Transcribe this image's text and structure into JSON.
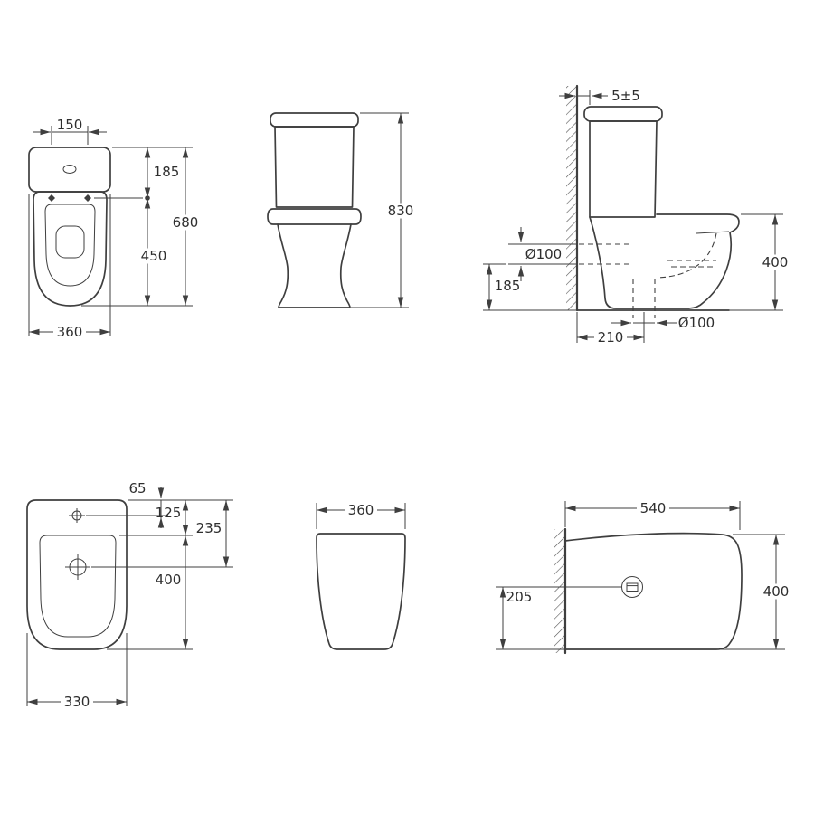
{
  "drawing_title": "sanitary-ware-dimension-drawing",
  "colors": {
    "line": "#3f3f3f",
    "text": "#2e2e2e",
    "background": "#ffffff"
  },
  "drawing": {
    "toilet_top": {
      "hole_spacing": "150",
      "top_to_holes": "185",
      "overall_length": "680",
      "holes_to_front": "450",
      "overall_width": "360"
    },
    "toilet_front": {
      "overall_height": "830"
    },
    "toilet_side": {
      "wall_gap": "5±5",
      "rear_outlet_diameter": "Ø100",
      "rear_outlet_height": "185",
      "bowl_height": "400",
      "floor_outlet_diameter": "Ø100",
      "outlet_from_wall": "210"
    },
    "bidet_top": {
      "back_to_tap": "65",
      "tap_to_rim": "125",
      "back_to_drain": "235",
      "rim_to_front": "400",
      "overall_width": "330"
    },
    "bidet_front": {
      "overall_width": "360"
    },
    "bidet_side": {
      "overall_depth": "540",
      "drain_height": "205",
      "overall_height": "400"
    }
  }
}
